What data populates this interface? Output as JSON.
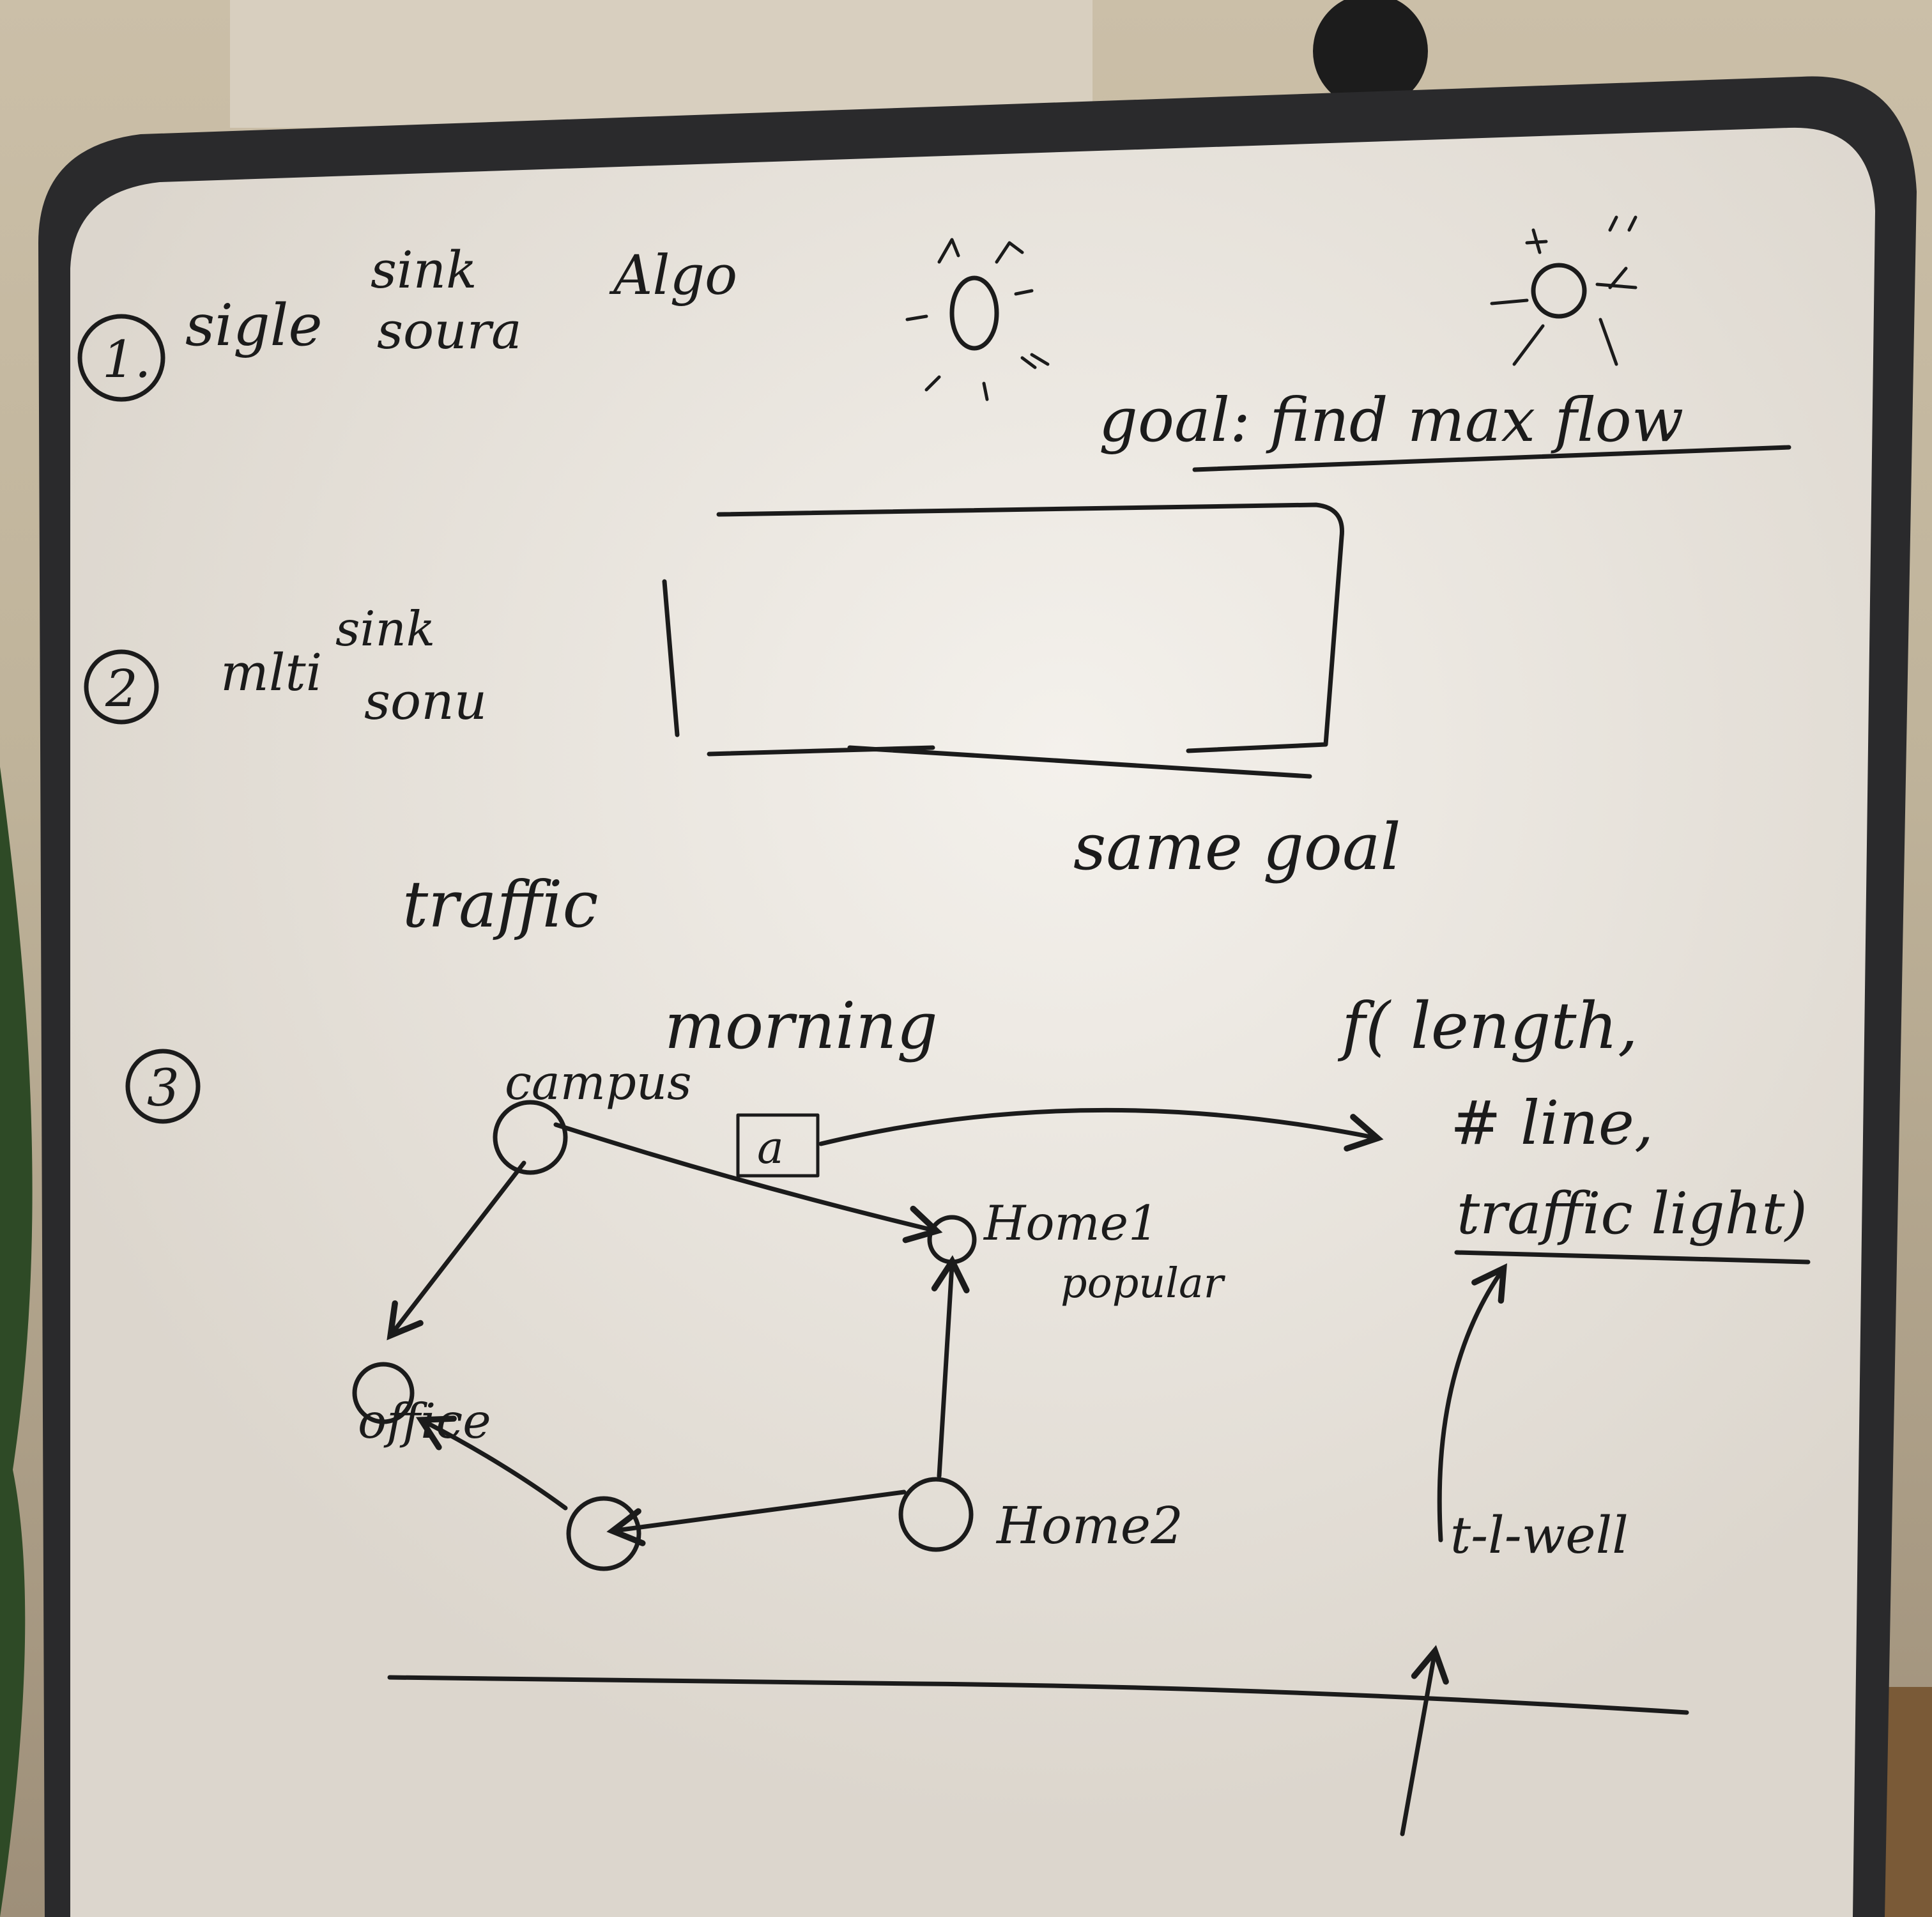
{
  "board": {
    "section1": {
      "number": "1.",
      "word_single": "sigle",
      "word_sink": "sink",
      "word_source": "soura",
      "word_algo": "Algo",
      "goal": "goal: find max flow"
    },
    "section2": {
      "number": "2",
      "word_multi": "mlti",
      "word_sink": "sink",
      "word_source": "sonu",
      "same_goal": "same goal"
    },
    "section3": {
      "number": "3",
      "traffic": "traffic",
      "morning": "morning",
      "function_lines": [
        "f( length,",
        "# line,",
        "traffic light)"
      ],
      "edge_label": "a",
      "nodes": {
        "campus": "campus",
        "office": "office",
        "home1": "Home1",
        "home1_sub": "popular",
        "home2": "Home2"
      },
      "bottom_label": "t-l-well"
    }
  }
}
